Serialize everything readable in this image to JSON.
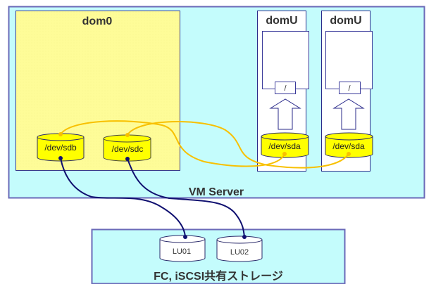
{
  "diagram": {
    "server": {
      "label": "VM Server",
      "color": "#c4fcfc",
      "border": "#6a6ab8"
    },
    "dom0": {
      "label": "dom0",
      "color": "#fefc98",
      "disks": [
        {
          "label": "/dev/sdb"
        },
        {
          "label": "/dev/sdc"
        }
      ]
    },
    "domUs": [
      {
        "label": "domU",
        "mount_label": "/",
        "disk_label": "/dev/sda"
      },
      {
        "label": "domU",
        "mount_label": "/",
        "disk_label": "/dev/sda"
      }
    ],
    "storage": {
      "label": "FC, iSCSI共有ストレージ",
      "luns": [
        {
          "label": "LU01"
        },
        {
          "label": "LU02"
        }
      ]
    },
    "colors": {
      "disk_yellow": "#ffff00",
      "link_yellow": "#f8c000",
      "link_blue": "#101070",
      "frame_blue": "#2a2a8a"
    },
    "connections": [
      {
        "from": "dom0./dev/sdb",
        "to": "domU[1]./dev/sda",
        "type": "virtual"
      },
      {
        "from": "dom0./dev/sdc",
        "to": "domU[2]./dev/sda",
        "type": "virtual"
      },
      {
        "from": "dom0./dev/sdb",
        "to": "storage.LU01",
        "type": "physical"
      },
      {
        "from": "dom0./dev/sdc",
        "to": "storage.LU02",
        "type": "physical"
      }
    ]
  }
}
